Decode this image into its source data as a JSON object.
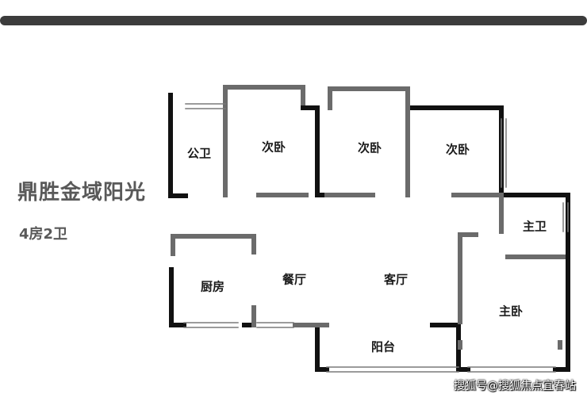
{
  "project": {
    "name": "鼎胜金域阳光",
    "layout": "4房2卫"
  },
  "rooms": {
    "public_bath": "公卫",
    "bedroom_1": "次卧",
    "bedroom_2": "次卧",
    "bedroom_3": "次卧",
    "master_bath": "主卫",
    "kitchen": "厨房",
    "dining": "餐厅",
    "living": "客厅",
    "balcony": "阳台",
    "master_bedroom": "主卧"
  },
  "watermark": "搜狐号@搜狐焦点宜春站",
  "colors": {
    "wall_dark": "#111111",
    "wall_gray": "#6b6b6b",
    "title_gray": "#595959"
  }
}
